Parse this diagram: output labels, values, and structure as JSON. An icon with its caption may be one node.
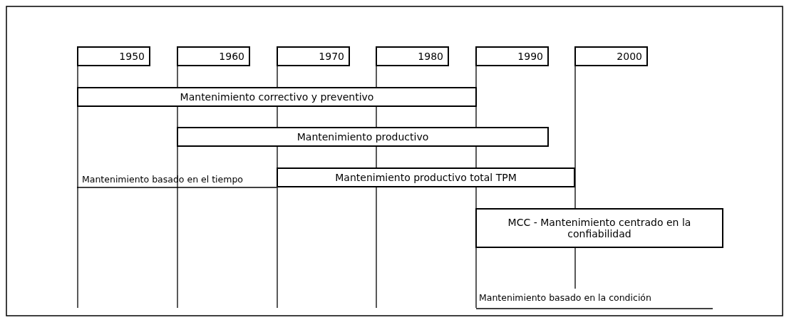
{
  "diagram": {
    "nodes": [
      {
        "text": [
          "1950"
        ]
      },
      {
        "text": [
          "1960"
        ]
      },
      {
        "text": [
          "1970"
        ]
      },
      {
        "text": [
          "1980"
        ]
      },
      {
        "text": [
          "1990"
        ]
      },
      {
        "text": [
          "2000"
        ]
      },
      {
        "text": [
          "Mantenimiento correctivo y preventivo"
        ]
      },
      {
        "text": [
          "Mantenimiento productivo"
        ]
      },
      {
        "text": [
          "Mantenimiento productivo total TPM"
        ]
      },
      {
        "text": [
          "MCC -  Mantenimiento centrado en la confiabilidad"
        ]
      }
    ],
    "edges": [],
    "labels": [
      "Mantenimiento basado en el tiempo",
      "Mantenimiento basado en la condición"
    ]
  }
}
